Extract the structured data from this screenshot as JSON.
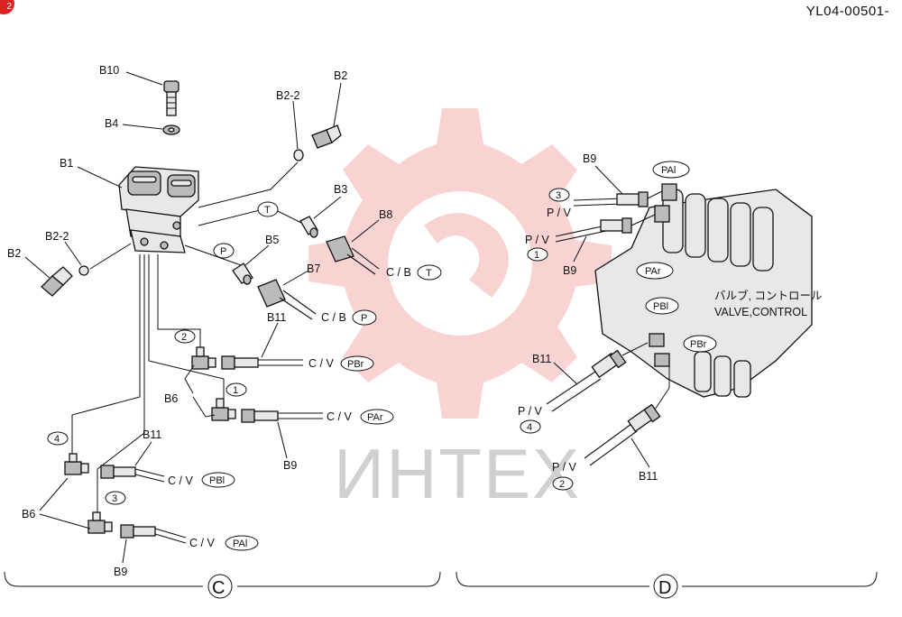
{
  "doc_number": "YL04-00501-",
  "corner_badge": "2",
  "watermark": "ИНТЕХ",
  "valve_title": {
    "jp": "バルブ, コントロール",
    "en": "VALVE,CONTROL"
  },
  "section_labels": {
    "left": "C",
    "right": "D"
  },
  "part_labels": {
    "b10": "B10",
    "b4": "B4",
    "b1": "B1",
    "b2_top": "B2",
    "b2_2_top": "B2-2",
    "b2_left": "B2",
    "b2_2_left": "B2-2",
    "b3": "B3",
    "b5": "B5",
    "b7": "B7",
    "b8": "B8",
    "b11_a": "B11",
    "b6_a": "B6",
    "b9_a": "B9",
    "b11_b": "B11",
    "b6_b": "B6",
    "b9_b": "B9",
    "b9_r1": "B9",
    "b9_r2": "B9",
    "b11_r1": "B11",
    "b11_r2": "B11"
  },
  "port_ovals": {
    "t_body": "T",
    "p_body": "P",
    "cb_t": "T",
    "cb_p": "P",
    "pbr": "PBr",
    "par": "PAr",
    "pbl": "PBl",
    "pal": "PAl",
    "r_pal": "PAl",
    "r_par": "PAr",
    "r_pbl": "PBl",
    "r_pbr": "PBr"
  },
  "circle_numbers": {
    "n2_left": "2",
    "n1_left": "1",
    "n4_left": "4",
    "n3_left": "3",
    "n3_right": "3",
    "n1_right": "1",
    "n4_right": "4",
    "n2_right": "2"
  },
  "line_codes": {
    "cb": "C / B",
    "cv": "C / V",
    "pv": "P / V"
  }
}
